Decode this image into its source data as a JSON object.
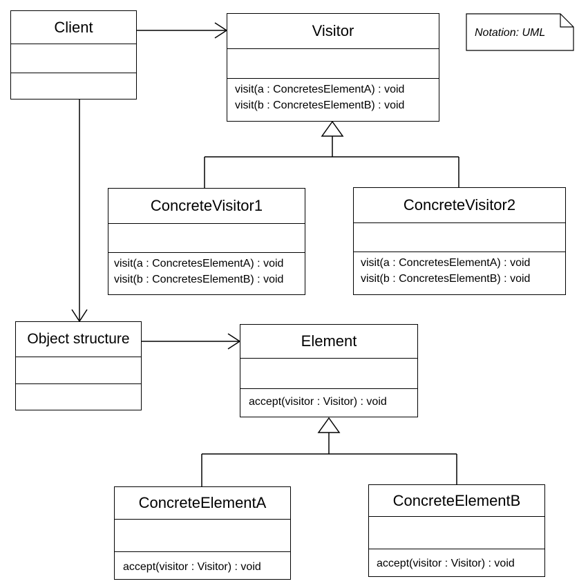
{
  "note": {
    "text": "Notation: UML"
  },
  "classes": {
    "client": {
      "name": "Client",
      "operations": []
    },
    "visitor": {
      "name": "Visitor",
      "operations": [
        "visit(a : ConcretesElementA) : void",
        "visit(b : ConcretesElementB) : void"
      ]
    },
    "concrete_visitor1": {
      "name": "ConcreteVisitor1",
      "operations": [
        "visit(a : ConcretesElementA) : void",
        "visit(b : ConcretesElementB) : void"
      ]
    },
    "concrete_visitor2": {
      "name": "ConcreteVisitor2",
      "operations": [
        "visit(a : ConcretesElementA) : void",
        "visit(b : ConcretesElementB) : void"
      ]
    },
    "object_structure": {
      "name": "Object structure",
      "operations": []
    },
    "element": {
      "name": "Element",
      "operations": [
        "accept(visitor : Visitor) : void"
      ]
    },
    "concrete_element_a": {
      "name": "ConcreteElementA",
      "operations": [
        "accept(visitor : Visitor) : void"
      ]
    },
    "concrete_element_b": {
      "name": "ConcreteElementB",
      "operations": [
        "accept(visitor : Visitor) : void"
      ]
    }
  },
  "relationships": [
    {
      "type": "association",
      "from": "Client",
      "to": "Visitor"
    },
    {
      "type": "association",
      "from": "Client",
      "to": "Object structure"
    },
    {
      "type": "association",
      "from": "Object structure",
      "to": "Element"
    },
    {
      "type": "generalization",
      "from": "ConcreteVisitor1",
      "to": "Visitor"
    },
    {
      "type": "generalization",
      "from": "ConcreteVisitor2",
      "to": "Visitor"
    },
    {
      "type": "generalization",
      "from": "ConcreteElementA",
      "to": "Element"
    },
    {
      "type": "generalization",
      "from": "ConcreteElementB",
      "to": "Element"
    }
  ]
}
